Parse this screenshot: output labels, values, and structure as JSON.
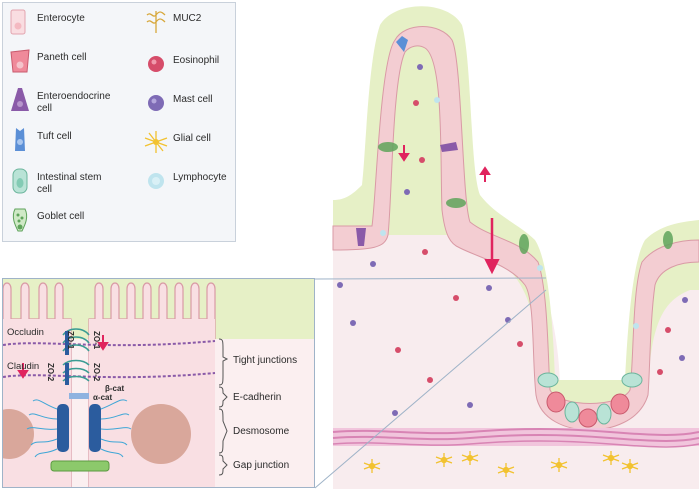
{
  "legend": {
    "items": [
      {
        "key": "enterocyte",
        "label": "Enterocyte",
        "icon": "enterocyte-icon"
      },
      {
        "key": "paneth",
        "label": "Paneth cell",
        "icon": "paneth-cell-icon"
      },
      {
        "key": "enteroendocrine",
        "label": "Enteroendocrine\ncell",
        "icon": "enteroendocrine-cell-icon"
      },
      {
        "key": "tuft",
        "label": "Tuft cell",
        "icon": "tuft-cell-icon"
      },
      {
        "key": "stem",
        "label": "Intestinal stem\ncell",
        "icon": "intestinal-stem-cell-icon"
      },
      {
        "key": "goblet",
        "label": "Goblet cell",
        "icon": "goblet-cell-icon"
      },
      {
        "key": "muc2",
        "label": "MUC2",
        "icon": "muc2-icon"
      },
      {
        "key": "eosinophil",
        "label": "Eosinophil",
        "icon": "eosinophil-icon"
      },
      {
        "key": "mast",
        "label": "Mast cell",
        "icon": "mast-cell-icon"
      },
      {
        "key": "glial",
        "label": "Glial cell",
        "icon": "glial-cell-icon"
      },
      {
        "key": "lymphocyte",
        "label": "Lymphocyte",
        "icon": "lymphocyte-icon"
      }
    ]
  },
  "inset": {
    "left_labels": {
      "occludin": "Occludin",
      "claudin": "Claudin"
    },
    "protein_labels": {
      "zo1": "ZO-1",
      "zo2": "ZO-2",
      "bcat": "β-cat",
      "acat": "α-cat"
    },
    "brackets": {
      "tight": "Tight junctions",
      "ecad": "E-cadherin",
      "desmo": "Desmosome",
      "gap": "Gap junction"
    }
  },
  "colors": {
    "mucus": "#e6f0c6",
    "lamina": "#f7e9ec",
    "epithelium": "#f3cdd2",
    "cell_border": "#d99aa5",
    "arrow": "#e0245e",
    "stem": "#b9e3d6",
    "paneth": "#ef8a9a",
    "tuft": "#5b8fd6",
    "enteroendocrine": "#8a5aa8",
    "goblet": "#5ea35a",
    "eosinophil": "#d64d6a",
    "mast": "#7e6bb5",
    "lymphocyte": "#bfe4ee",
    "glial": "#f2c230",
    "muscle": "#d884b4",
    "junction_blue": "#2b5c9e",
    "gap_green": "#8cc96b"
  }
}
